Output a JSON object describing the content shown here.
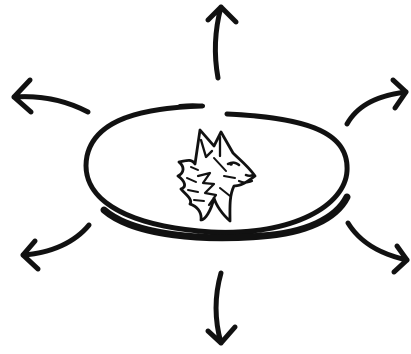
{
  "illustration": {
    "center_icon": "wolf-head-icon",
    "arrow_directions": [
      "up",
      "up-left",
      "up-right",
      "down-left",
      "down-right",
      "down"
    ],
    "colors": {
      "background": "#ffffff",
      "ink": "#111111"
    }
  }
}
